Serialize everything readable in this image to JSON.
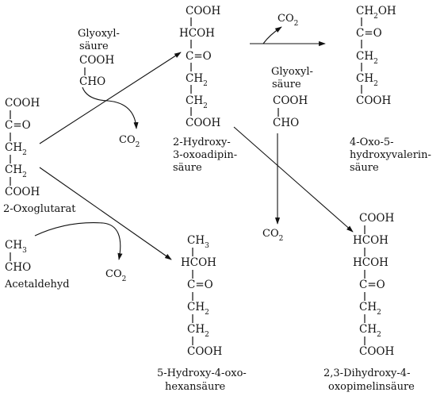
{
  "colors": {
    "ink": "#111111",
    "background": "#ffffff"
  },
  "oxoglutarat": {
    "g1": "COOH",
    "g2": "C=O",
    "g3": "CH2",
    "g4": "CH2",
    "g5": "COOH",
    "name": "2-Oxoglutarat"
  },
  "glyoxyl1": {
    "name1": "Glyoxyl-",
    "name2": "säure",
    "g1": "COOH",
    "g2": "CHO"
  },
  "glyoxyl2": {
    "name1": "Glyoxyl-",
    "name2": "säure",
    "g1": "COOH",
    "g2": "CHO"
  },
  "acetaldehyd": {
    "g1": "CH3",
    "g2": "CHO",
    "name": "Acetaldehyd"
  },
  "hydroxyoxoadipin": {
    "g1": "COOH",
    "g2": "HCOH",
    "g3": "C=O",
    "g4": "CH2",
    "g5": "CH2",
    "g6": "COOH",
    "name1": "2-Hydroxy-",
    "name2": "3-oxoadipin-",
    "name3": "säure"
  },
  "oxohydroxyvalerin": {
    "g1": "CH2OH",
    "g2": "C=O",
    "g3": "CH2",
    "g4": "CH2",
    "g5": "COOH",
    "name1": "4-Oxo-5-",
    "name2": "hydroxyvalerin-",
    "name3": "säure"
  },
  "hydroxyoxohexan": {
    "g1": "CH3",
    "g2": "HCOH",
    "g3": "C=O",
    "g4": "CH2",
    "g5": "CH2",
    "g6": "COOH",
    "name1": "5-Hydroxy-4-oxo-",
    "name2": "hexansäure"
  },
  "dihydroxyoxopimelin": {
    "g1": "COOH",
    "g2": "HCOH",
    "g3": "HCOH",
    "g4": "C=O",
    "g5": "CH2",
    "g6": "CH2",
    "g7": "COOH",
    "name1": "2,3-Dihydroxy-4-",
    "name2": "oxopimelinsäure"
  },
  "co2": {
    "a": "CO2",
    "b": "CO2",
    "c": "CO2",
    "d": "CO2"
  }
}
